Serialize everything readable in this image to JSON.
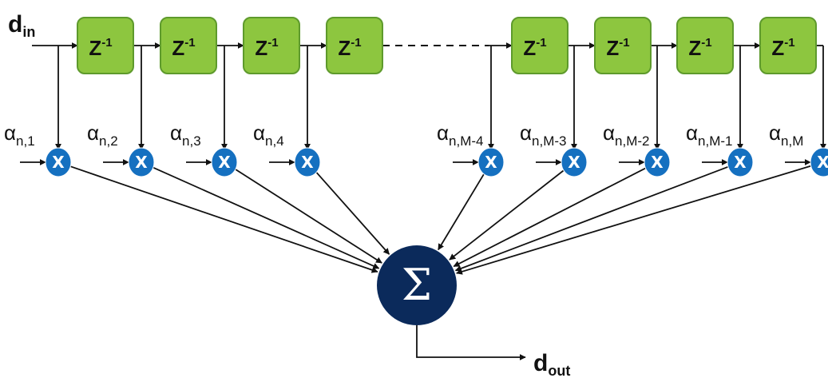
{
  "input_label": {
    "main": "d",
    "sub": "in"
  },
  "output_label": {
    "main": "d",
    "sub": "out"
  },
  "delay_label": {
    "main": "Z",
    "sup": "-1"
  },
  "delays_left_count": 4,
  "delays_right_count": 4,
  "multiplier_symbol": "X",
  "sum_symbol": "Σ",
  "coefficients": [
    {
      "symbol": "α",
      "sub": "n,1"
    },
    {
      "symbol": "α",
      "sub": "n,2"
    },
    {
      "symbol": "α",
      "sub": "n,3"
    },
    {
      "symbol": "α",
      "sub": "n,4"
    },
    {
      "symbol": "α",
      "sub": "n,M-4"
    },
    {
      "symbol": "α",
      "sub": "n,M-3"
    },
    {
      "symbol": "α",
      "sub": "n,M-2"
    },
    {
      "symbol": "α",
      "sub": "n,M-1"
    },
    {
      "symbol": "α",
      "sub": "n,M"
    }
  ],
  "colors": {
    "delay_fill": "#8dc63f",
    "multiplier_fill": "#1570c0",
    "sum_fill": "#0b2a5b",
    "line": "#111111"
  }
}
